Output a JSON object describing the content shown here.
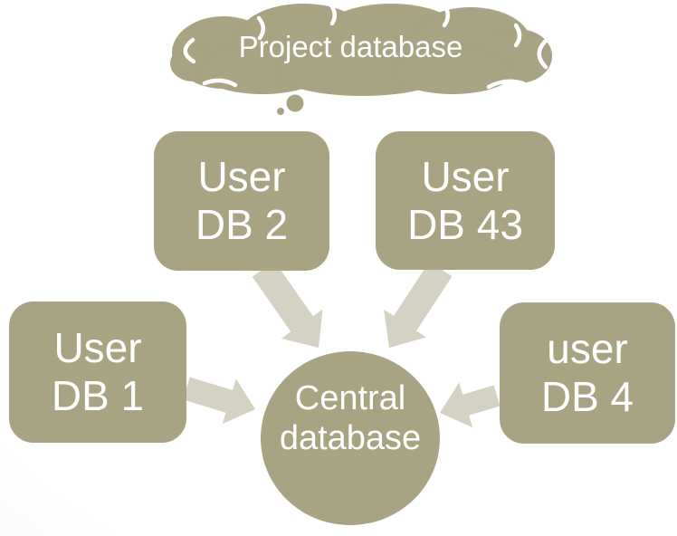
{
  "diagram": {
    "cloud": {
      "label": "Project database"
    },
    "boxes": [
      {
        "name": "user-db-2",
        "line1": "User",
        "line2": "DB 2"
      },
      {
        "name": "user-db-43",
        "line1": "User",
        "line2": "DB 43"
      },
      {
        "name": "user-db-1",
        "line1": "User",
        "line2": "DB 1"
      },
      {
        "name": "user-db-4",
        "line1": "user",
        "line2": "DB 4"
      }
    ],
    "central": {
      "line1": "Central",
      "line2": "database"
    },
    "colors": {
      "shape_fill": "#A7A383",
      "arrow_fill": "#D4D2C2",
      "text": "#FFFFFF"
    }
  }
}
